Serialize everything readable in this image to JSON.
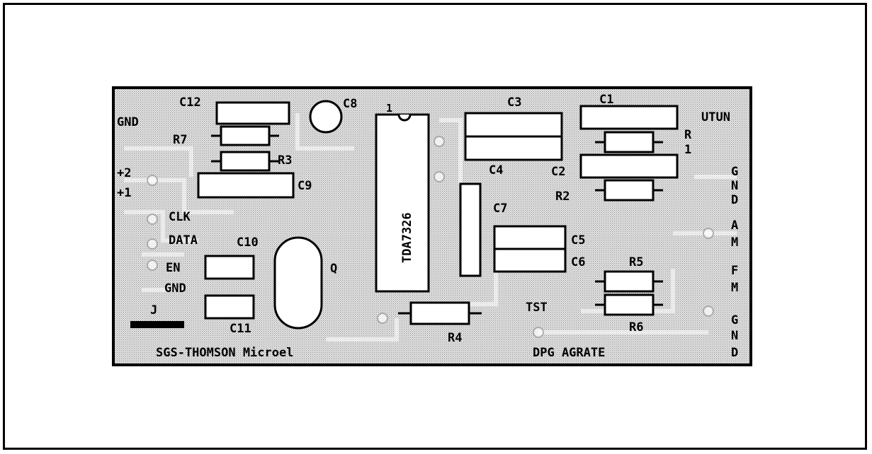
{
  "labels": {
    "gnd_left": "GND",
    "plus2": "+2",
    "plus1": "+1",
    "clk": "CLK",
    "data": "DATA",
    "en": "EN",
    "gnd_low": "GND",
    "j": "J",
    "c12": "C12",
    "r7": "R7",
    "r3": "R3",
    "c9": "C9",
    "c10": "C10",
    "c11": "C11",
    "q": "Q",
    "c8": "C8",
    "pin1": "1",
    "ic": "TDA7326",
    "c3": "C3",
    "c4": "C4",
    "c7": "C7",
    "c5": "C5",
    "c6": "C6",
    "r4": "R4",
    "tst": "TST",
    "c1": "C1",
    "utun": "UTUN",
    "r1_r": "R",
    "r1_1": "1",
    "c2": "C2",
    "r2": "R2",
    "r5": "R5",
    "r6": "R6",
    "maker": "SGS-THOMSON Microel",
    "site": "DPG AGRATE",
    "side_gnd_top": [
      "G",
      "N",
      "D"
    ],
    "side_am": [
      "A",
      "M"
    ],
    "side_fm": [
      "F",
      "M"
    ],
    "side_gnd_bottom": [
      "G",
      "N",
      "D"
    ]
  },
  "colors": {
    "board": "#c8c8c8",
    "ink": "#000000",
    "component_fill": "#ffffff"
  }
}
